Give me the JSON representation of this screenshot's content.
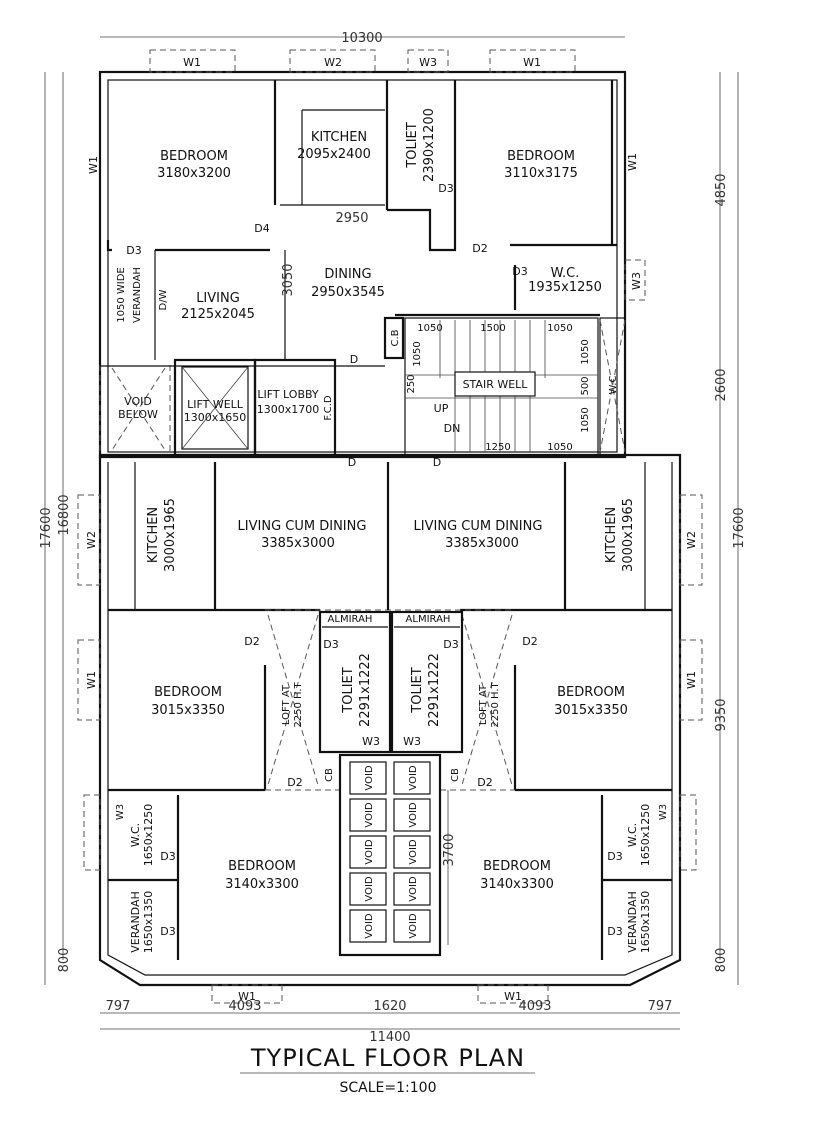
{
  "title": "TYPICAL FLOOR PLAN",
  "scale": "SCALE=1:100",
  "dimensions": {
    "top": "10300",
    "bottom_total": "11400",
    "bottom": [
      "797",
      "4093",
      "1620",
      "4093",
      "797"
    ],
    "left_outer": "17600",
    "left_inner": "16800",
    "left_800": "800",
    "right": [
      "4850",
      "2600",
      "9350",
      "800"
    ],
    "right_outer": "17600",
    "internal_3700": "3700",
    "internal_2950": "2950",
    "internal_3050": "3050",
    "stair_top": [
      "1050",
      "1500",
      "1050"
    ],
    "stair_bottom": [
      "1250",
      "1050"
    ],
    "stair_left": [
      "1050",
      "250"
    ],
    "stair_right": [
      "1050",
      "500",
      "1050"
    ]
  },
  "rooms": {
    "bedroom_tl": {
      "name": "BEDROOM",
      "size": "3180x3200"
    },
    "kitchen_top": {
      "name": "KITCHEN",
      "size": "2095x2400"
    },
    "toilet_top": {
      "name": "TOLIET",
      "size": "2390x1200"
    },
    "bedroom_tr": {
      "name": "BEDROOM",
      "size": "3110x3175"
    },
    "wc_top": {
      "name": "W.C.",
      "size": "1935x1250"
    },
    "living": {
      "name": "LIVING",
      "size": "2125x2045"
    },
    "dining": {
      "name": "DINING",
      "size": "2950x3545"
    },
    "verandah_top": {
      "name": "1050 WIDE",
      "name2": "VERANDAH"
    },
    "void": {
      "name": "VOID",
      "name2": "BELOW"
    },
    "lift_well": {
      "name": "LIFT WELL",
      "size": "1300x1650"
    },
    "lift_lobby": {
      "name": "LIFT LOBBY",
      "size": "1300x1700"
    },
    "stair_well": "STAIR WELL",
    "kitchen_l": {
      "name": "KITCHEN",
      "size": "3000x1965"
    },
    "kitchen_r": {
      "name": "KITCHEN",
      "size": "3000x1965"
    },
    "living_l": {
      "name": "LIVING CUM  DINING",
      "size": "3385x3000"
    },
    "living_r": {
      "name": "LIVING CUM  DINING",
      "size": "3385x3000"
    },
    "bedroom_ml": {
      "name": "BEDROOM",
      "size": "3015x3350"
    },
    "bedroom_mr": {
      "name": "BEDROOM",
      "size": "3015x3350"
    },
    "toilet_ml": {
      "name": "TOLIET",
      "size": "2291x1222"
    },
    "toilet_mr": {
      "name": "TOLIET",
      "size": "2291x1222"
    },
    "loft": {
      "name": "LOFT AT",
      "size": "2250 H.T"
    },
    "wc_bl": {
      "name": "W.C.",
      "size": "1650x1250"
    },
    "wc_br": {
      "name": "W.C.",
      "size": "1650x1250"
    },
    "bedroom_bl": {
      "name": "BEDROOM",
      "size": "3140x3300"
    },
    "bedroom_br": {
      "name": "BEDROOM",
      "size": "3140x3300"
    },
    "verandah_bl": {
      "name": "VERANDAH",
      "size": "1650x1350"
    },
    "verandah_br": {
      "name": "VERANDAH",
      "size": "1650x1350"
    },
    "almirah": "ALMIRAH",
    "void_cell": "VOID"
  },
  "labels": {
    "W1": "W1",
    "W2": "W2",
    "W3": "W3",
    "D": "D",
    "D2": "D2",
    "D3": "D3",
    "D4": "D4",
    "DW": "D/W",
    "CB": "C.B",
    "CB2": "CB",
    "FCD": "F.C.D",
    "UP": "UP",
    "DN": "DN",
    "WC": "W.C"
  }
}
